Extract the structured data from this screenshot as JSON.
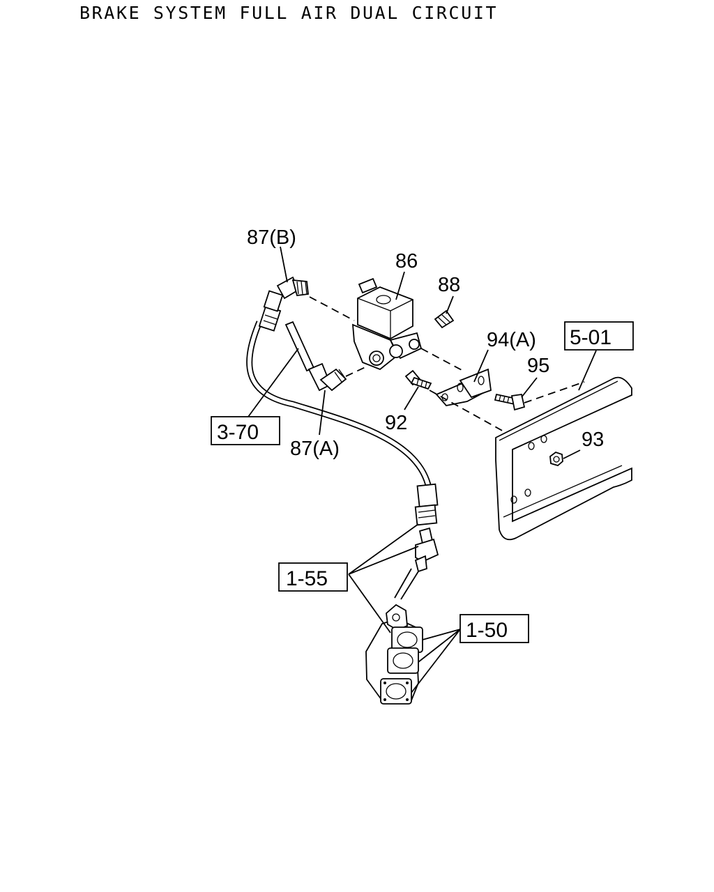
{
  "title": "BRAKE SYSTEM FULL AIR DUAL CIRCUIT",
  "callouts": {
    "c86": "86",
    "c87b": "87(B)",
    "c88": "88",
    "c94a": "94(A)",
    "c95": "95",
    "c92": "92",
    "c87a": "87(A)",
    "c93": "93"
  },
  "references": {
    "r501": "5-01",
    "r370": "3-70",
    "r155": "1-55",
    "r150": "1-50"
  }
}
